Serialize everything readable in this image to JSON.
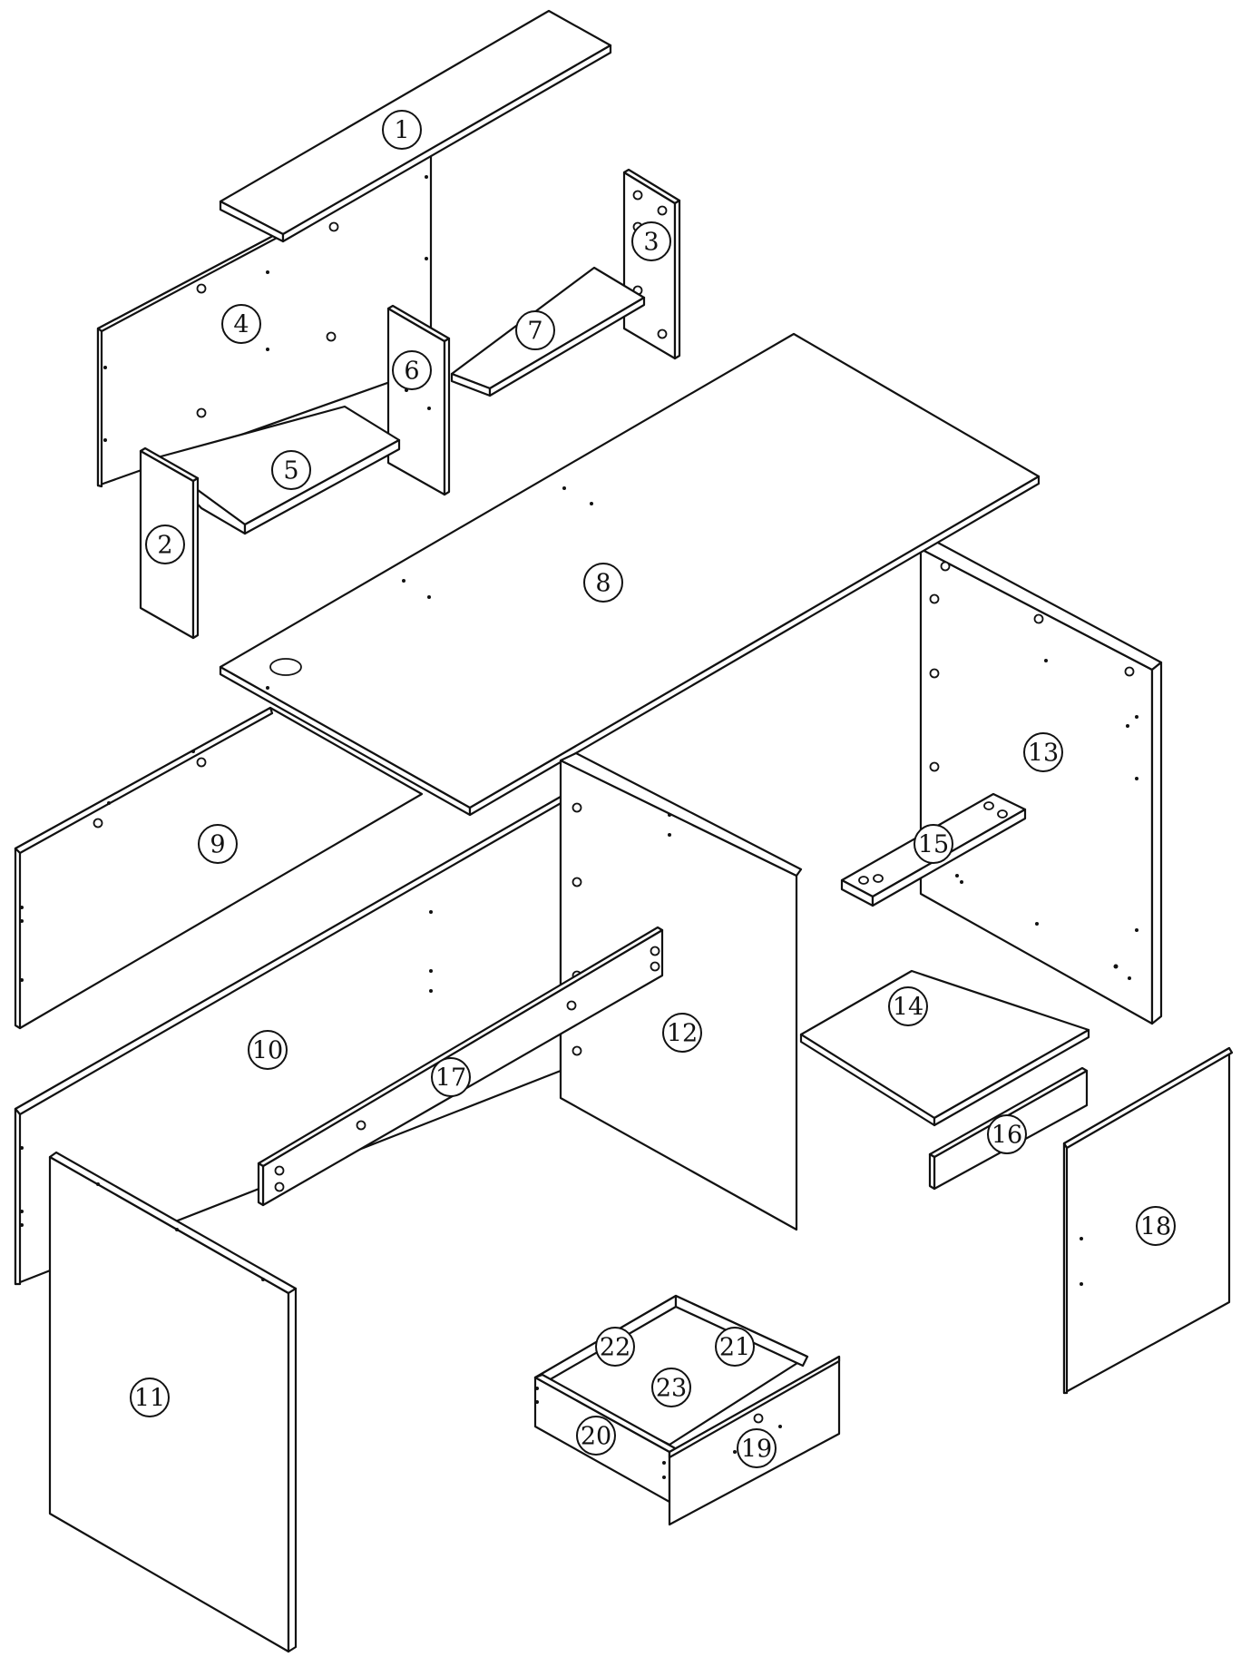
{
  "parts": [
    {
      "id": "part-1",
      "number": "1"
    },
    {
      "id": "part-2",
      "number": "2"
    },
    {
      "id": "part-3",
      "number": "3"
    },
    {
      "id": "part-4",
      "number": "4"
    },
    {
      "id": "part-5",
      "number": "5"
    },
    {
      "id": "part-6",
      "number": "6"
    },
    {
      "id": "part-7",
      "number": "7"
    },
    {
      "id": "part-8",
      "number": "8"
    },
    {
      "id": "part-9",
      "number": "9"
    },
    {
      "id": "part-10",
      "number": "10"
    },
    {
      "id": "part-11",
      "number": "11"
    },
    {
      "id": "part-12",
      "number": "12"
    },
    {
      "id": "part-13",
      "number": "13"
    },
    {
      "id": "part-14",
      "number": "14"
    },
    {
      "id": "part-15",
      "number": "15"
    },
    {
      "id": "part-16",
      "number": "16"
    },
    {
      "id": "part-17",
      "number": "17"
    },
    {
      "id": "part-18",
      "number": "18"
    },
    {
      "id": "part-19",
      "number": "19"
    },
    {
      "id": "part-20",
      "number": "20"
    },
    {
      "id": "part-21",
      "number": "21"
    },
    {
      "id": "part-22",
      "number": "22"
    },
    {
      "id": "part-23",
      "number": "23"
    }
  ],
  "colors": {
    "line": "#111111",
    "background": "#ffffff"
  }
}
